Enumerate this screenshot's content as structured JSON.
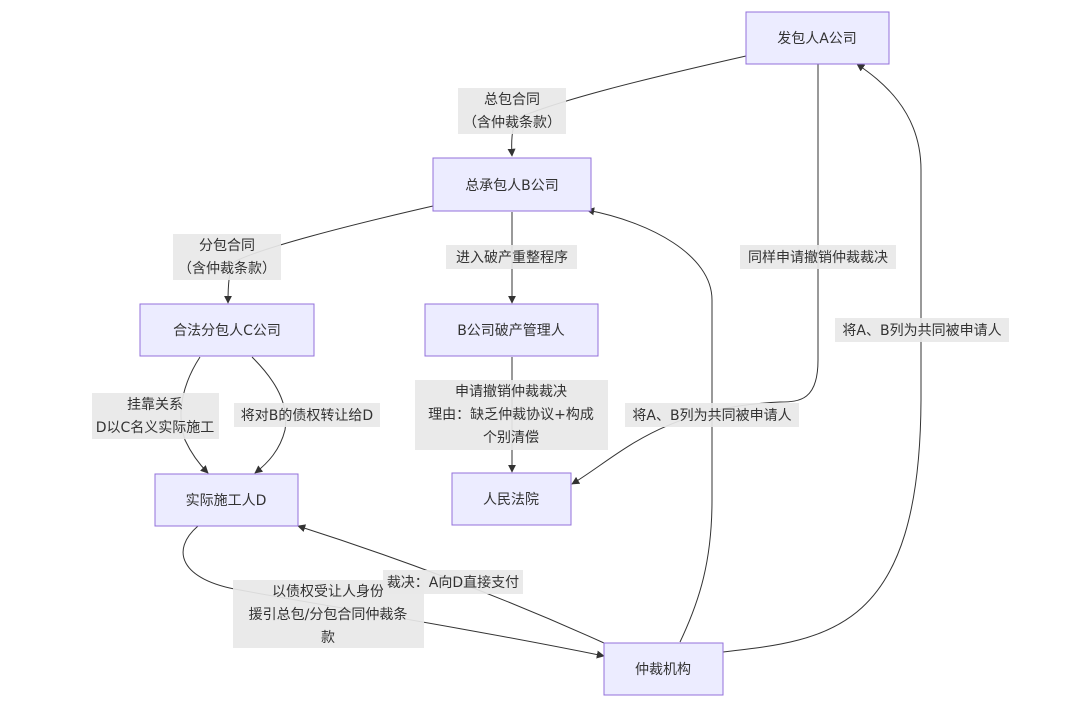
{
  "diagram": {
    "nodes": {
      "a": "发包人A公司",
      "b": "总承包人B公司",
      "c": "合法分包人C公司",
      "admin": "B公司破产管理人",
      "d": "实际施工人D",
      "court": "人民法院",
      "arb": "仲裁机构"
    },
    "edges": {
      "main_contract": [
        "总包合同",
        "（含仲裁条款）"
      ],
      "bankruptcy": [
        "进入破产重整程序"
      ],
      "revoke_a": [
        "同样申请撤销仲裁裁决"
      ],
      "parties_a": [
        "将A、B列为共同被申请人"
      ],
      "sub_contract": [
        "分包合同",
        "（含仲裁条款）"
      ],
      "admin_apply": [
        "申请撤销仲裁裁决",
        "理由：缺乏仲裁协议+构成",
        "个别清偿"
      ],
      "parties_b": [
        "将A、B列为共同被申请人"
      ],
      "affiliation": [
        "挂靠关系",
        "D以C名义实际施工"
      ],
      "assign": [
        "将对B的债权转让给D"
      ],
      "invoke": [
        "以债权受让人身份",
        "援引总包/分包合同仲裁条",
        "款"
      ],
      "award": [
        "裁决：A向D直接支付"
      ]
    }
  }
}
